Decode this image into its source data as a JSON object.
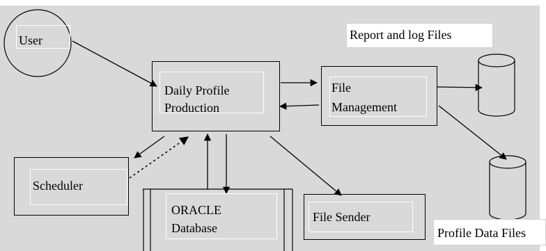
{
  "nodes": {
    "user": "User",
    "daily": {
      "line1": "Daily Profile",
      "line2": "Production"
    },
    "file_mgmt": {
      "line1": "File",
      "line2": "Management"
    },
    "scheduler": "Scheduler",
    "oracle": {
      "line1": "ORACLE",
      "line2": "Database"
    },
    "file_sender": "File Sender",
    "report_logs": "Report and log Files",
    "profile_data": "Profile Data Files"
  }
}
